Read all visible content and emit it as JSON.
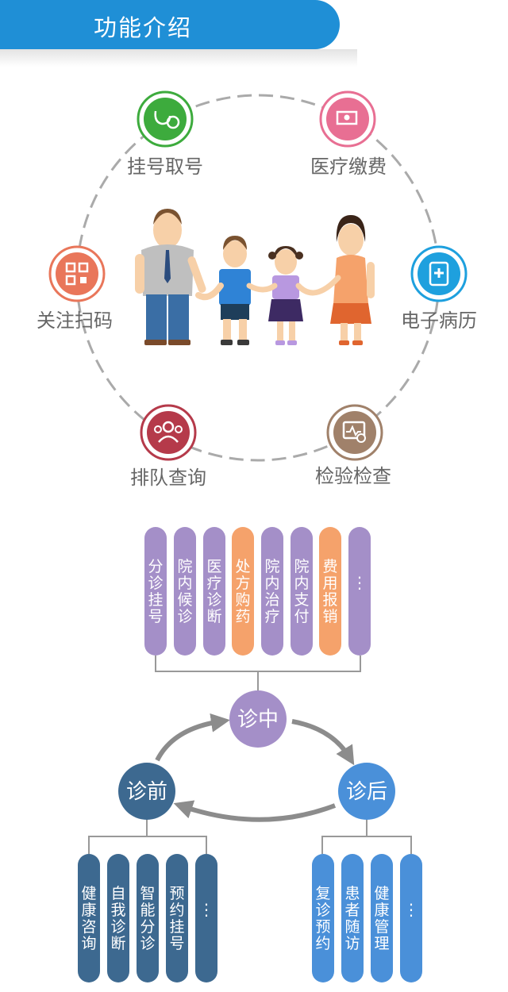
{
  "header": {
    "title": "功能介绍"
  },
  "features": [
    {
      "label": "挂号取号",
      "icon": "stethoscope-clock-icon",
      "color": "#3dab3d"
    },
    {
      "label": "医疗缴费",
      "icon": "money-icon",
      "color": "#e86f93"
    },
    {
      "label": "关注扫码",
      "icon": "qr-code-icon",
      "color": "#e9765a"
    },
    {
      "label": "电子病历",
      "icon": "medical-record-icon",
      "color": "#1ea0de"
    },
    {
      "label": "排队查询",
      "icon": "queue-people-icon",
      "color": "#b53a4a"
    },
    {
      "label": "检验检查",
      "icon": "lab-monitor-icon",
      "color": "#a0816a"
    }
  ],
  "center_illustration": "family-icon",
  "flow": {
    "during": {
      "label": "诊中",
      "items": [
        "分诊挂号",
        "院内候诊",
        "医疗诊断",
        "处方购药",
        "院内治疗",
        "院内支付",
        "费用报销",
        "……"
      ],
      "colors": [
        "#a48fc8",
        "#a48fc8",
        "#a48fc8",
        "#f5a26b",
        "#a48fc8",
        "#a48fc8",
        "#f5a26b",
        "#a48fc8"
      ]
    },
    "before": {
      "label": "诊前",
      "items": [
        "健康咨询",
        "自我诊断",
        "智能分诊",
        "预约挂号",
        "……"
      ],
      "color": "#3d6990"
    },
    "after": {
      "label": "诊后",
      "items": [
        "复诊预约",
        "患者随访",
        "健康管理",
        "……"
      ],
      "color": "#4a90d9"
    }
  }
}
